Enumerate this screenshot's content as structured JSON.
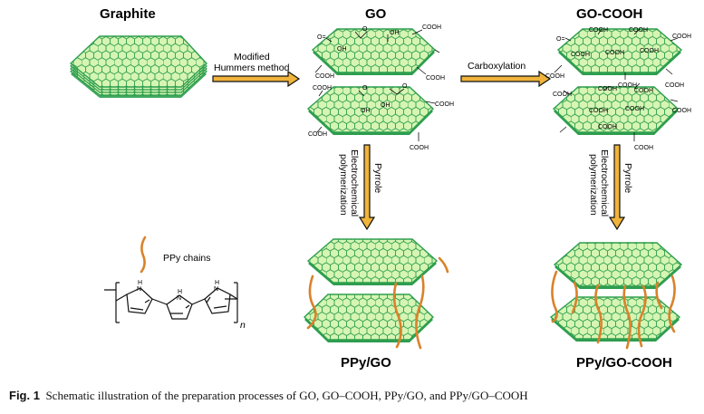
{
  "labels": {
    "graphite": "Graphite",
    "go": "GO",
    "go_cooh": "GO-COOH",
    "modified": "Modified",
    "hummers": "Hummers method",
    "carboxylation": "Carboxylation",
    "electro_1": "Electrochemical",
    "electro_2": "polymerization",
    "pyrrole": "Pyrrole",
    "ppy_chains": "PPy chains",
    "ppy_go": "PPy/GO",
    "ppy_go_cooh": "PPy/GO-COOH",
    "n_sub": "n",
    "nh": "H",
    "n": "N"
  },
  "groups": {
    "o": "O",
    "oh": "OH",
    "cooh": "COOH",
    "eq_o": "O="
  },
  "caption": {
    "fig": "Fig. 1",
    "text": "Schematic illustration of the preparation processes of GO, GO–COOH, PPy/GO, and PPy/GO–COOH"
  },
  "colors": {
    "sheet_fill": "#d6f5b3",
    "sheet_edge": "#2e9e4f",
    "arrow_fill": "#f0b43a",
    "arrow_edge": "#111111",
    "ppy_chain": "#d9822b"
  }
}
